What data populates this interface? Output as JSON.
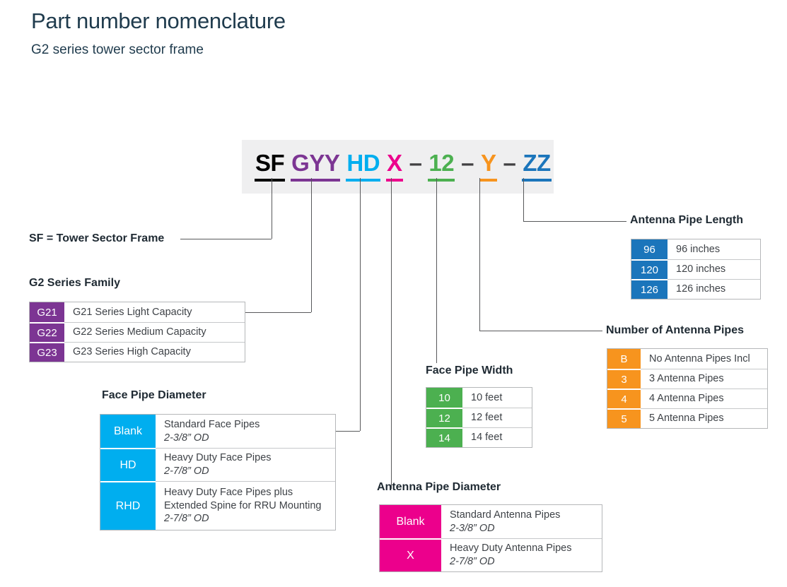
{
  "palette": {
    "title_ink": "#1F3B4D",
    "label_ink": "#1F2A33",
    "desc_ink": "#3E4247",
    "connector_gray": "#58595B",
    "strip_background": "#EFEFF0",
    "purple": "#7C3593",
    "cyan": "#00AEEF",
    "magenta": "#EC008C",
    "green": "#4CB050",
    "orange": "#F7941E",
    "blue": "#1B75BB",
    "black": "#000000"
  },
  "header": {
    "title": "Part number nomenclature",
    "subtitle": "G2 series tower sector frame"
  },
  "part_number": {
    "segments": [
      {
        "text": "SF",
        "color": "#000000"
      },
      {
        "text": "GYY",
        "color": "#7C3593"
      },
      {
        "text": "HD",
        "color": "#00AEEF"
      },
      {
        "text": "X",
        "color": "#EC008C"
      },
      {
        "text": "–",
        "color": "#414042"
      },
      {
        "text": "12",
        "color": "#4CB050"
      },
      {
        "text": "–",
        "color": "#414042"
      },
      {
        "text": "Y",
        "color": "#F7941E"
      },
      {
        "text": "–",
        "color": "#414042"
      },
      {
        "text": "ZZ",
        "color": "#1B75BB"
      }
    ]
  },
  "callouts": {
    "sf_label": "SF = Tower Sector Frame"
  },
  "tables": {
    "family": {
      "heading": "G2 Series Family",
      "rows": [
        {
          "code": "G21",
          "desc": "G21 Series Light Capacity"
        },
        {
          "code": "G22",
          "desc": "G22 Series Medium Capacity"
        },
        {
          "code": "G23",
          "desc": "G23 Series High Capacity"
        }
      ]
    },
    "face_pipe_diameter": {
      "heading": "Face Pipe Diameter",
      "rows": [
        {
          "code": "Blank",
          "desc": "Standard Face Pipes",
          "note": "2-3/8” OD"
        },
        {
          "code": "HD",
          "desc": "Heavy Duty Face Pipes",
          "note": "2-7/8” OD"
        },
        {
          "code": "RHD",
          "desc": "Heavy Duty Face Pipes plus Extended Spine for RRU Mounting",
          "note": "2-7/8” OD"
        }
      ]
    },
    "face_pipe_width": {
      "heading": "Face Pipe Width",
      "rows": [
        {
          "code": "10",
          "desc": "10 feet"
        },
        {
          "code": "12",
          "desc": "12 feet"
        },
        {
          "code": "14",
          "desc": "14 feet"
        }
      ]
    },
    "antenna_pipe_diameter": {
      "heading": "Antenna Pipe Diameter",
      "rows": [
        {
          "code": "Blank",
          "desc": "Standard Antenna Pipes",
          "note": "2-3/8” OD"
        },
        {
          "code": "X",
          "desc": "Heavy Duty Antenna Pipes",
          "note": "2-7/8” OD"
        }
      ]
    },
    "antenna_pipe_count": {
      "heading": "Number of Antenna Pipes",
      "rows": [
        {
          "code": "B",
          "desc": "No Antenna Pipes Incl"
        },
        {
          "code": "3",
          "desc": "3 Antenna Pipes"
        },
        {
          "code": "4",
          "desc": "4 Antenna Pipes"
        },
        {
          "code": "5",
          "desc": "5 Antenna Pipes"
        }
      ]
    },
    "antenna_pipe_length": {
      "heading": "Antenna Pipe Length",
      "rows": [
        {
          "code": "96",
          "desc": "96 inches"
        },
        {
          "code": "120",
          "desc": "120 inches"
        },
        {
          "code": "126",
          "desc": "126 inches"
        }
      ]
    }
  }
}
